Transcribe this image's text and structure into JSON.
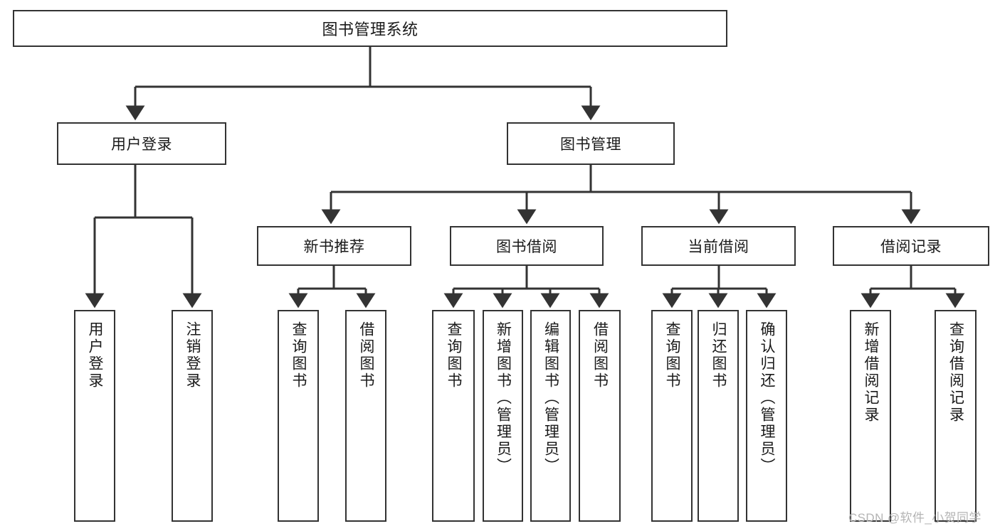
{
  "diagram": {
    "title": "图书管理系统",
    "type": "tree-hierarchy",
    "root": {
      "label": "图书管理系统"
    },
    "level2": [
      {
        "label": "用户登录"
      },
      {
        "label": "图书管理"
      }
    ],
    "level3": [
      {
        "label": "新书推荐"
      },
      {
        "label": "图书借阅"
      },
      {
        "label": "当前借阅"
      },
      {
        "label": "借阅记录"
      }
    ],
    "leaves": {
      "user_login": [
        {
          "label": "用户登录"
        },
        {
          "label": "注销登录"
        }
      ],
      "new_book": [
        {
          "label": "查询图书"
        },
        {
          "label": "借阅图书"
        }
      ],
      "book_borrow": [
        {
          "label": "查询图书"
        },
        {
          "label": "新增图书（管理员）"
        },
        {
          "label": "编辑图书（管理员）"
        },
        {
          "label": "借阅图书"
        }
      ],
      "current_borrow": [
        {
          "label": "查询图书"
        },
        {
          "label": "归还图书"
        },
        {
          "label": "确认归还（管理员）"
        }
      ],
      "borrow_record": [
        {
          "label": "新增借阅记录"
        },
        {
          "label": "查询借阅记录"
        }
      ]
    }
  },
  "watermark": {
    "text": "CSDN @软件_小贺同学"
  },
  "colors": {
    "border": "#333333",
    "text": "#1a1a1a",
    "background": "#ffffff",
    "watermark": "#b4b4b4"
  }
}
